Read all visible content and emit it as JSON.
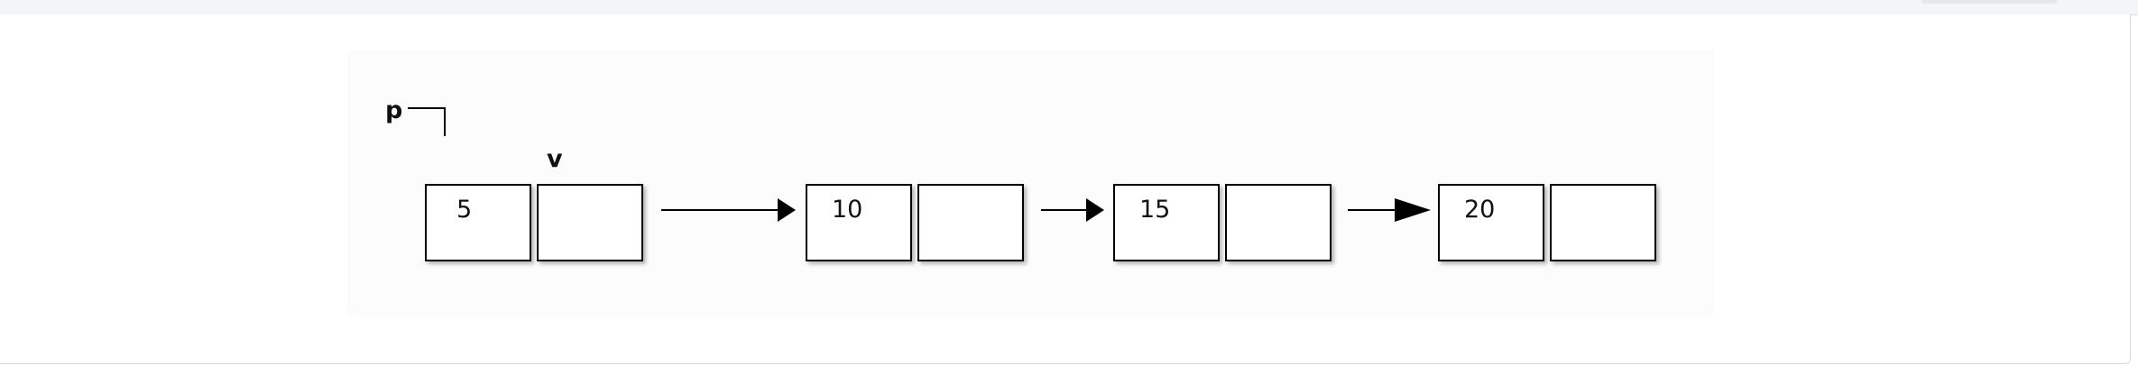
{
  "diagram": {
    "pointer_p": "p",
    "pointer_v": "v",
    "nodes": [
      {
        "value": "5"
      },
      {
        "value": "10"
      },
      {
        "value": "15"
      },
      {
        "value": "20"
      }
    ]
  }
}
